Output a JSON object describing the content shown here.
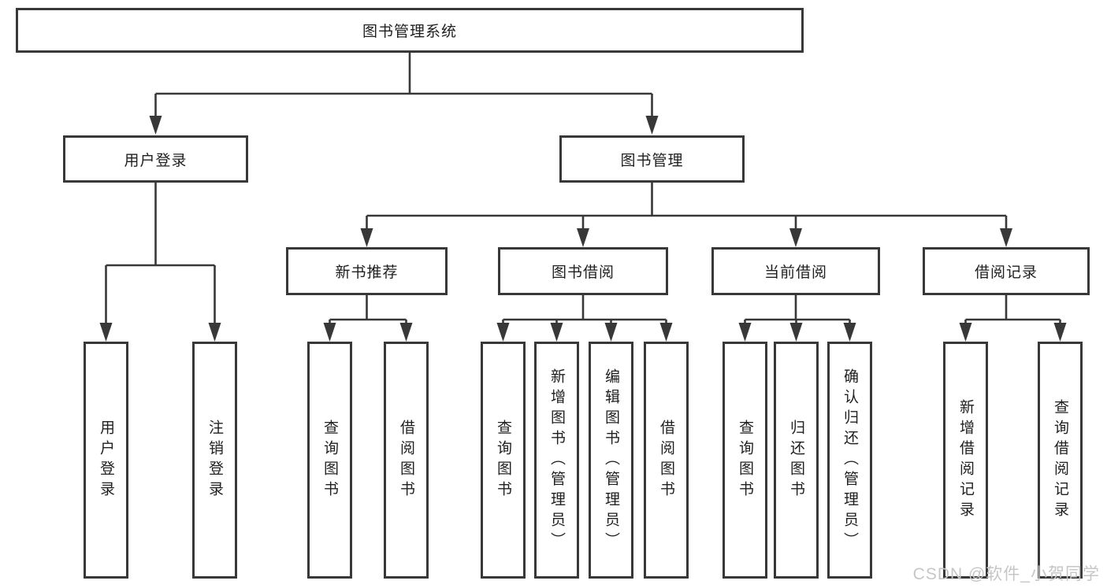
{
  "diagram": {
    "type": "tree",
    "line_color": "#383838",
    "text_color": "#1f1f1f",
    "background_color": "#ffffff",
    "watermark": {
      "text": "CSDN @软件_小贺同学",
      "color": "#c6c6c6"
    },
    "tree": {
      "label": "图书管理系统",
      "children": [
        {
          "label": "用户登录",
          "children": [
            {
              "label": "用户登录"
            },
            {
              "label": "注销登录"
            }
          ]
        },
        {
          "label": "图书管理",
          "children": [
            {
              "label": "新书推荐",
              "children": [
                {
                  "label": "查询图书"
                },
                {
                  "label": "借阅图书"
                }
              ]
            },
            {
              "label": "图书借阅",
              "children": [
                {
                  "label": "查询图书"
                },
                {
                  "label": "新增图书（管理员）"
                },
                {
                  "label": "编辑图书（管理员）"
                },
                {
                  "label": "借阅图书"
                }
              ]
            },
            {
              "label": "当前借阅",
              "children": [
                {
                  "label": "查询图书"
                },
                {
                  "label": "归还图书"
                },
                {
                  "label": "确认归还（管理员）"
                }
              ]
            },
            {
              "label": "借阅记录",
              "children": [
                {
                  "label": "新增借阅记录"
                },
                {
                  "label": "查询借阅记录"
                }
              ]
            }
          ]
        }
      ]
    }
  }
}
